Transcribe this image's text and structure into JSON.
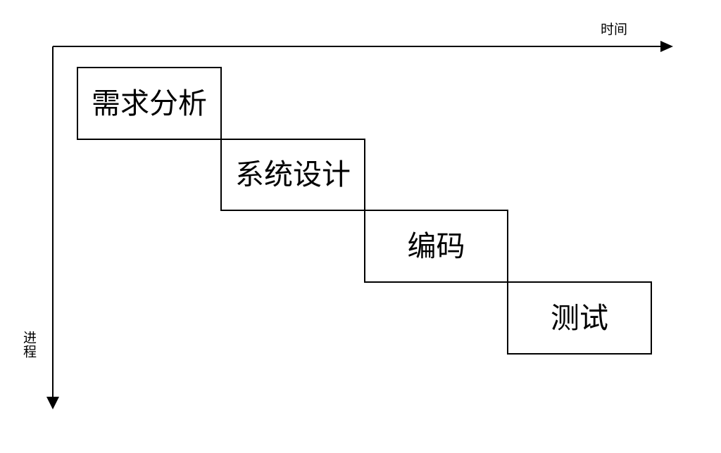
{
  "axes": {
    "x_label": "时间",
    "y_label": "进程"
  },
  "stages": [
    {
      "label": "需求分析"
    },
    {
      "label": "系统设计"
    },
    {
      "label": "编码"
    },
    {
      "label": "测试"
    }
  ]
}
